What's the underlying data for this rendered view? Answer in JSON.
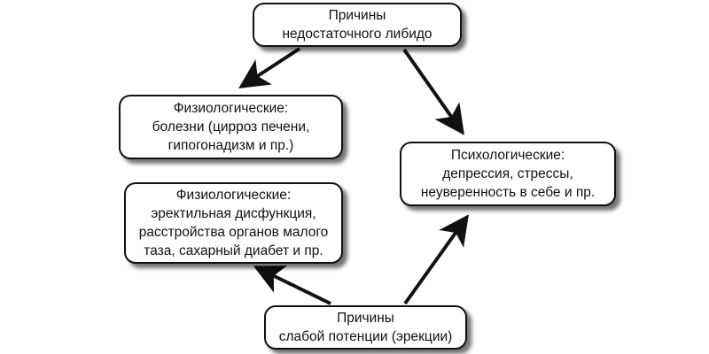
{
  "diagram": {
    "nodes": {
      "top": {
        "lines": [
          "Причины",
          "недостаточного либидо"
        ]
      },
      "physio_libido": {
        "lines": [
          "Физиологические:",
          "болезни (цирроз печени,",
          "гипогонадизм и пр.)"
        ]
      },
      "psycho": {
        "lines": [
          "Психологические:",
          "депрессия, стрессы,",
          "неуверенность в себе и пр."
        ]
      },
      "physio_erection": {
        "lines": [
          "Физиологические:",
          "эректильная дисфункция,",
          "расстройства органов малого",
          "таза, сахарный диабет и пр."
        ]
      },
      "bottom": {
        "lines": [
          "Причины",
          "слабой потенции (эрекции)"
        ]
      }
    },
    "edges": [
      {
        "from": "top",
        "to": "physio_libido"
      },
      {
        "from": "top",
        "to": "psycho"
      },
      {
        "from": "bottom",
        "to": "physio_erection"
      },
      {
        "from": "bottom",
        "to": "psycho"
      }
    ],
    "colors": {
      "arrow": "#111111",
      "border": "#111111",
      "text": "#111111",
      "background": "#ffffff"
    }
  }
}
